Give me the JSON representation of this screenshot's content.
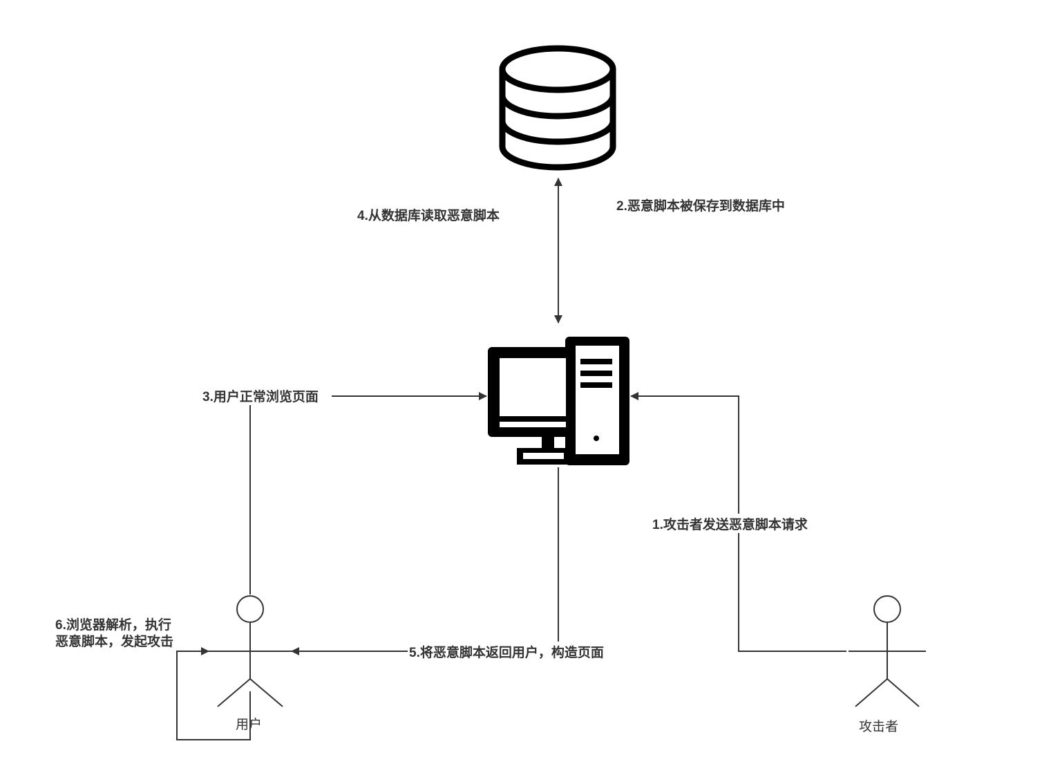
{
  "labels": {
    "step1": "1.攻击者发送恶意脚本请求",
    "step2": "2.恶意脚本被保存到数据库中",
    "step3": "3.用户正常浏览页面",
    "step4": "4.从数据库读取恶意脚本",
    "step5": "5.将恶意脚本返回用户，构造页面",
    "step6_line1": "6.浏览器解析，执行",
    "step6_line2": "恶意脚本，发起攻击"
  },
  "actors": {
    "user": "用户",
    "attacker": "攻击者"
  },
  "icons": {
    "database": "database-icon",
    "server": "computer-server-icon"
  },
  "colors": {
    "line": "#333333",
    "icon": "#000000"
  }
}
